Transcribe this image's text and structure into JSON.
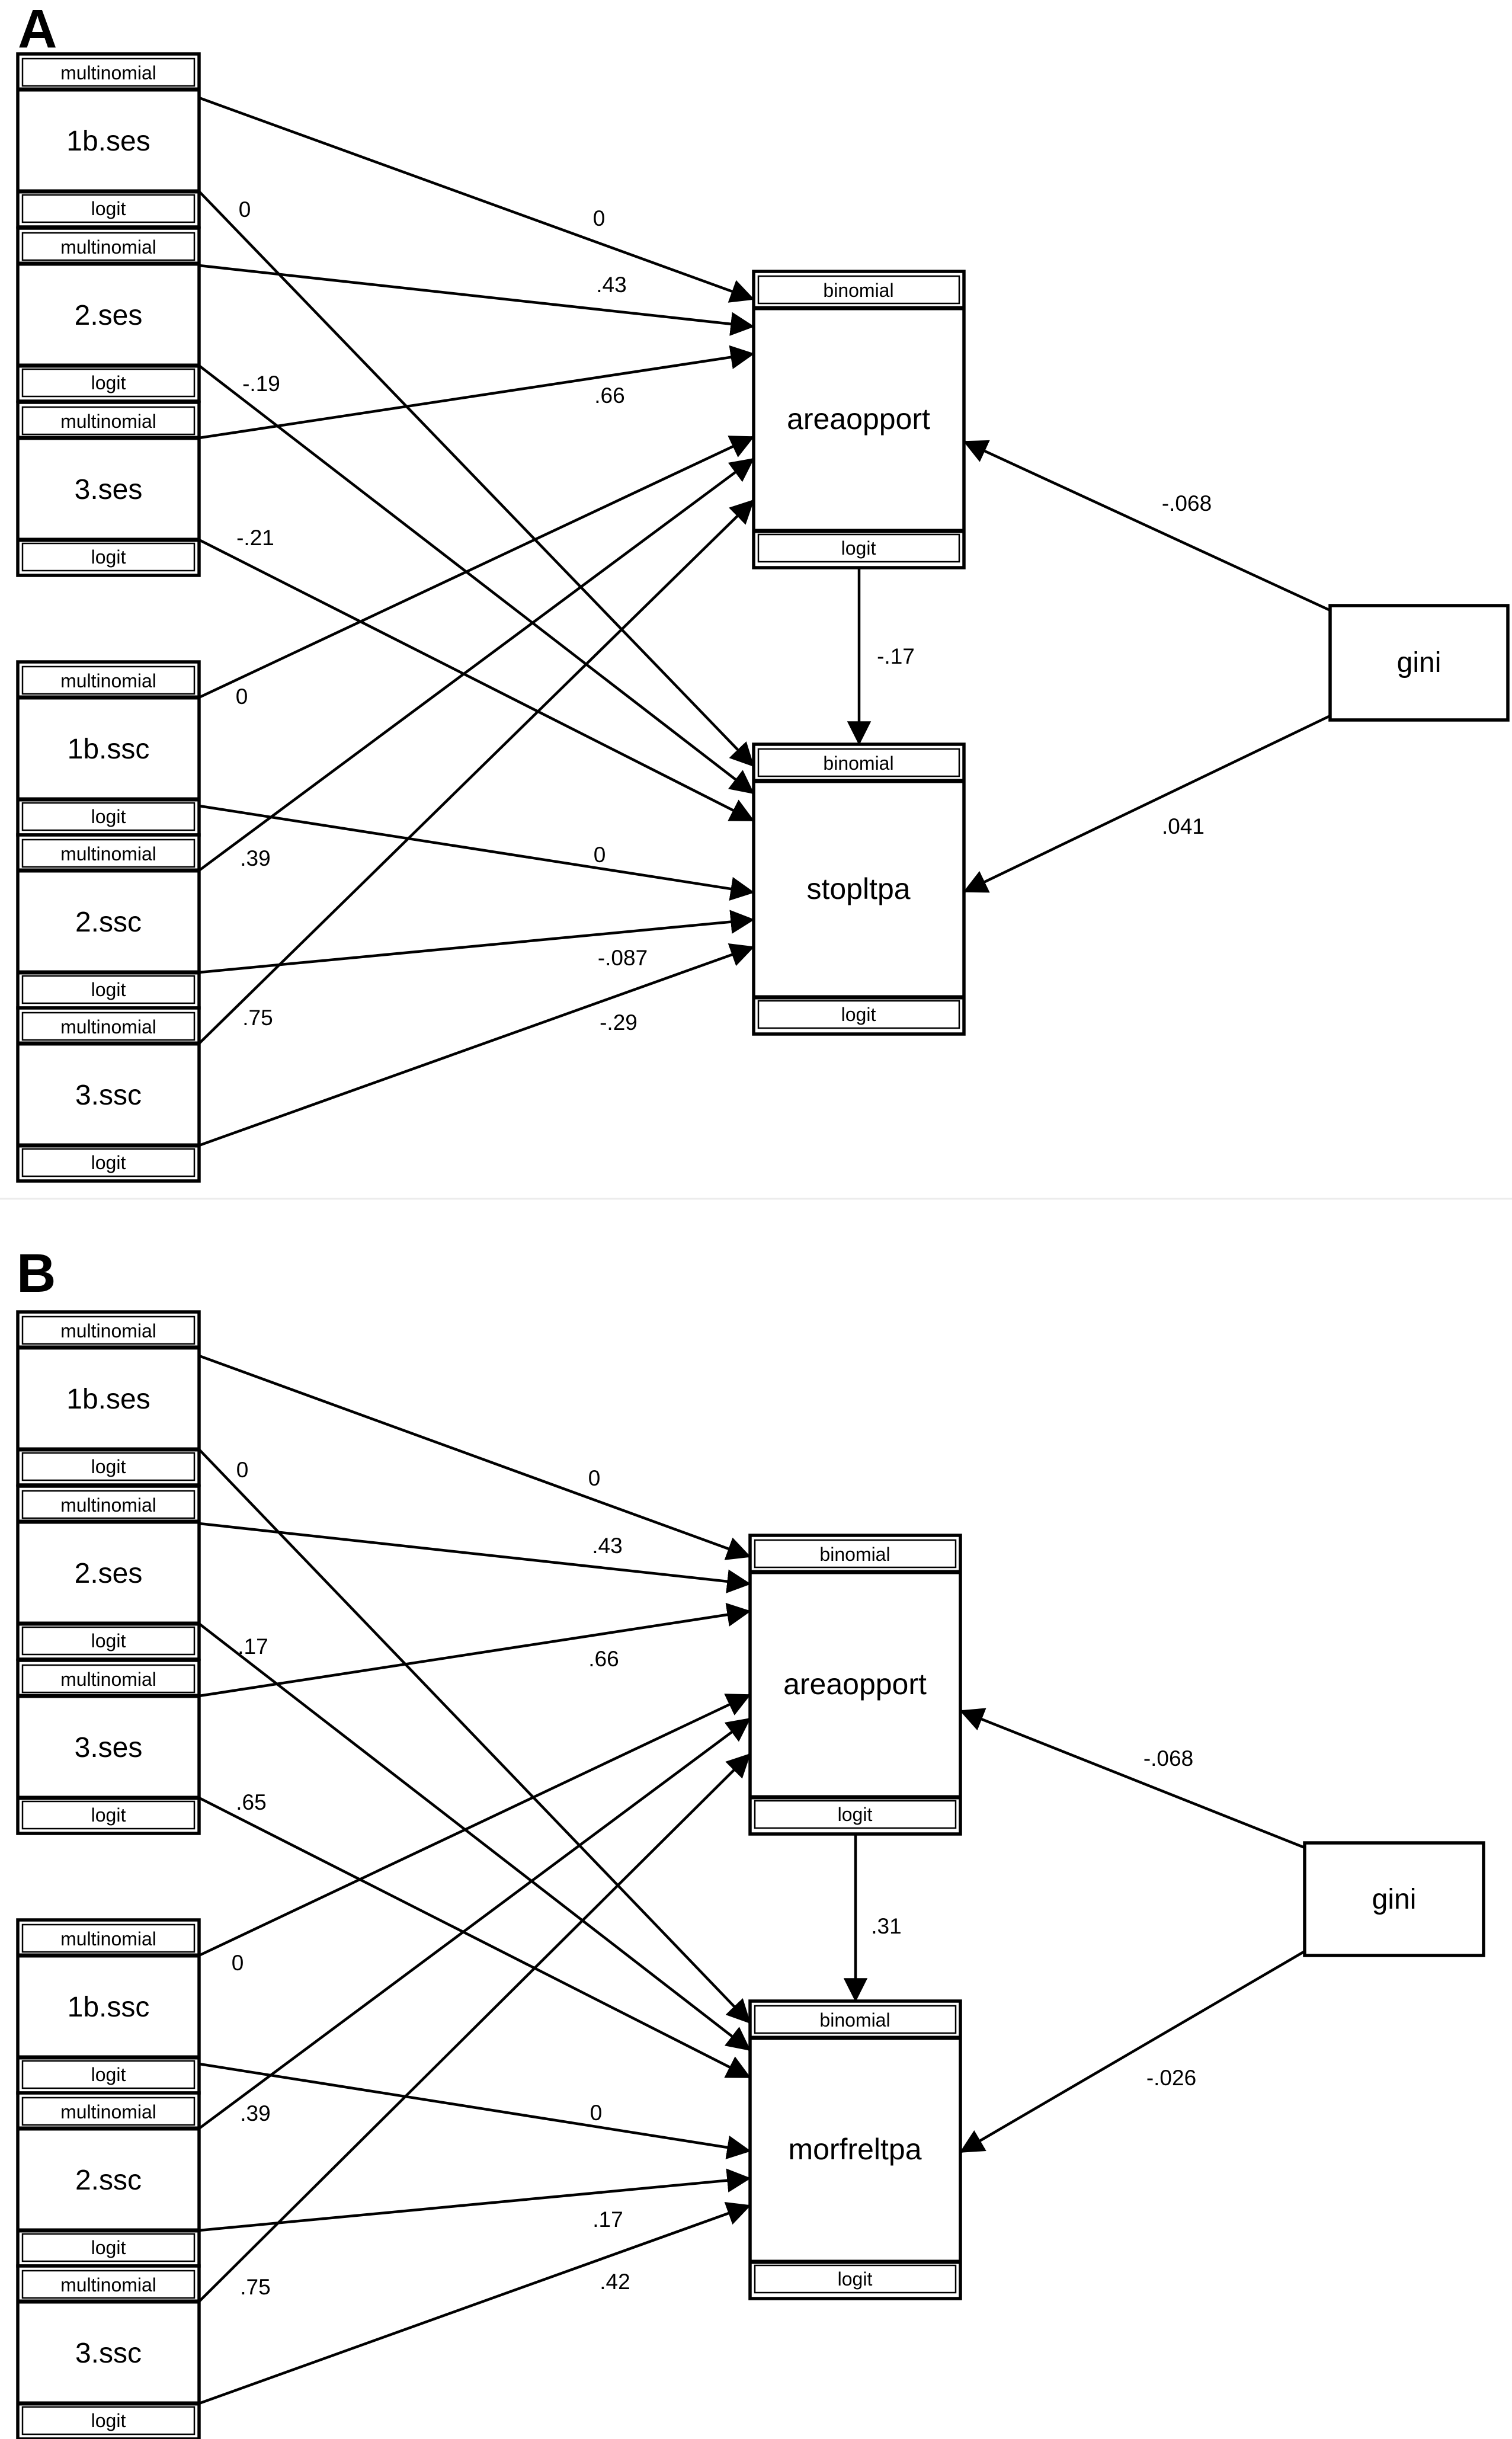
{
  "figure": {
    "panels": [
      {
        "label": "A",
        "predictors": [
          {
            "header": "multinomial",
            "name": "1b.ses",
            "footer": "logit"
          },
          {
            "header": "multinomial",
            "name": "2.ses",
            "footer": "logit"
          },
          {
            "header": "multinomial",
            "name": "3.ses",
            "footer": "logit"
          },
          {
            "header": "multinomial",
            "name": "1b.ssc",
            "footer": "logit"
          },
          {
            "header": "multinomial",
            "name": "2.ssc",
            "footer": "logit"
          },
          {
            "header": "multinomial",
            "name": "3.ssc",
            "footer": "logit"
          }
        ],
        "mediator": {
          "header": "binomial",
          "name": "areaopport",
          "footer": "logit"
        },
        "outcome": {
          "header": "binomial",
          "name": "stopltpa",
          "footer": "logit"
        },
        "covariate": {
          "name": "gini"
        },
        "coefficients": {
          "ses_to_mediator": [
            "0",
            ".43",
            ".66"
          ],
          "ses_to_outcome": [
            "0",
            "-.19",
            "-.21"
          ],
          "ssc_to_mediator": [
            "0",
            ".39",
            ".75"
          ],
          "ssc_to_outcome": [
            "0",
            "-.087",
            "-.29"
          ],
          "mediator_to_outcome": "-.17",
          "covariate_to_mediator": "-.068",
          "covariate_to_outcome": ".041"
        }
      },
      {
        "label": "B",
        "predictors": [
          {
            "header": "multinomial",
            "name": "1b.ses",
            "footer": "logit"
          },
          {
            "header": "multinomial",
            "name": "2.ses",
            "footer": "logit"
          },
          {
            "header": "multinomial",
            "name": "3.ses",
            "footer": "logit"
          },
          {
            "header": "multinomial",
            "name": "1b.ssc",
            "footer": "logit"
          },
          {
            "header": "multinomial",
            "name": "2.ssc",
            "footer": "logit"
          },
          {
            "header": "multinomial",
            "name": "3.ssc",
            "footer": "logit"
          }
        ],
        "mediator": {
          "header": "binomial",
          "name": "areaopport",
          "footer": "logit"
        },
        "outcome": {
          "header": "binomial",
          "name": "morfreltpa",
          "footer": "logit"
        },
        "covariate": {
          "name": "gini"
        },
        "coefficients": {
          "ses_to_mediator": [
            "0",
            ".43",
            ".66"
          ],
          "ses_to_outcome": [
            "0",
            ".17",
            ".65"
          ],
          "ssc_to_mediator": [
            "0",
            ".39",
            ".75"
          ],
          "ssc_to_outcome": [
            "0",
            ".17",
            ".42"
          ],
          "mediator_to_outcome": ".31",
          "covariate_to_mediator": "-.068",
          "covariate_to_outcome": "-.026"
        }
      }
    ]
  }
}
